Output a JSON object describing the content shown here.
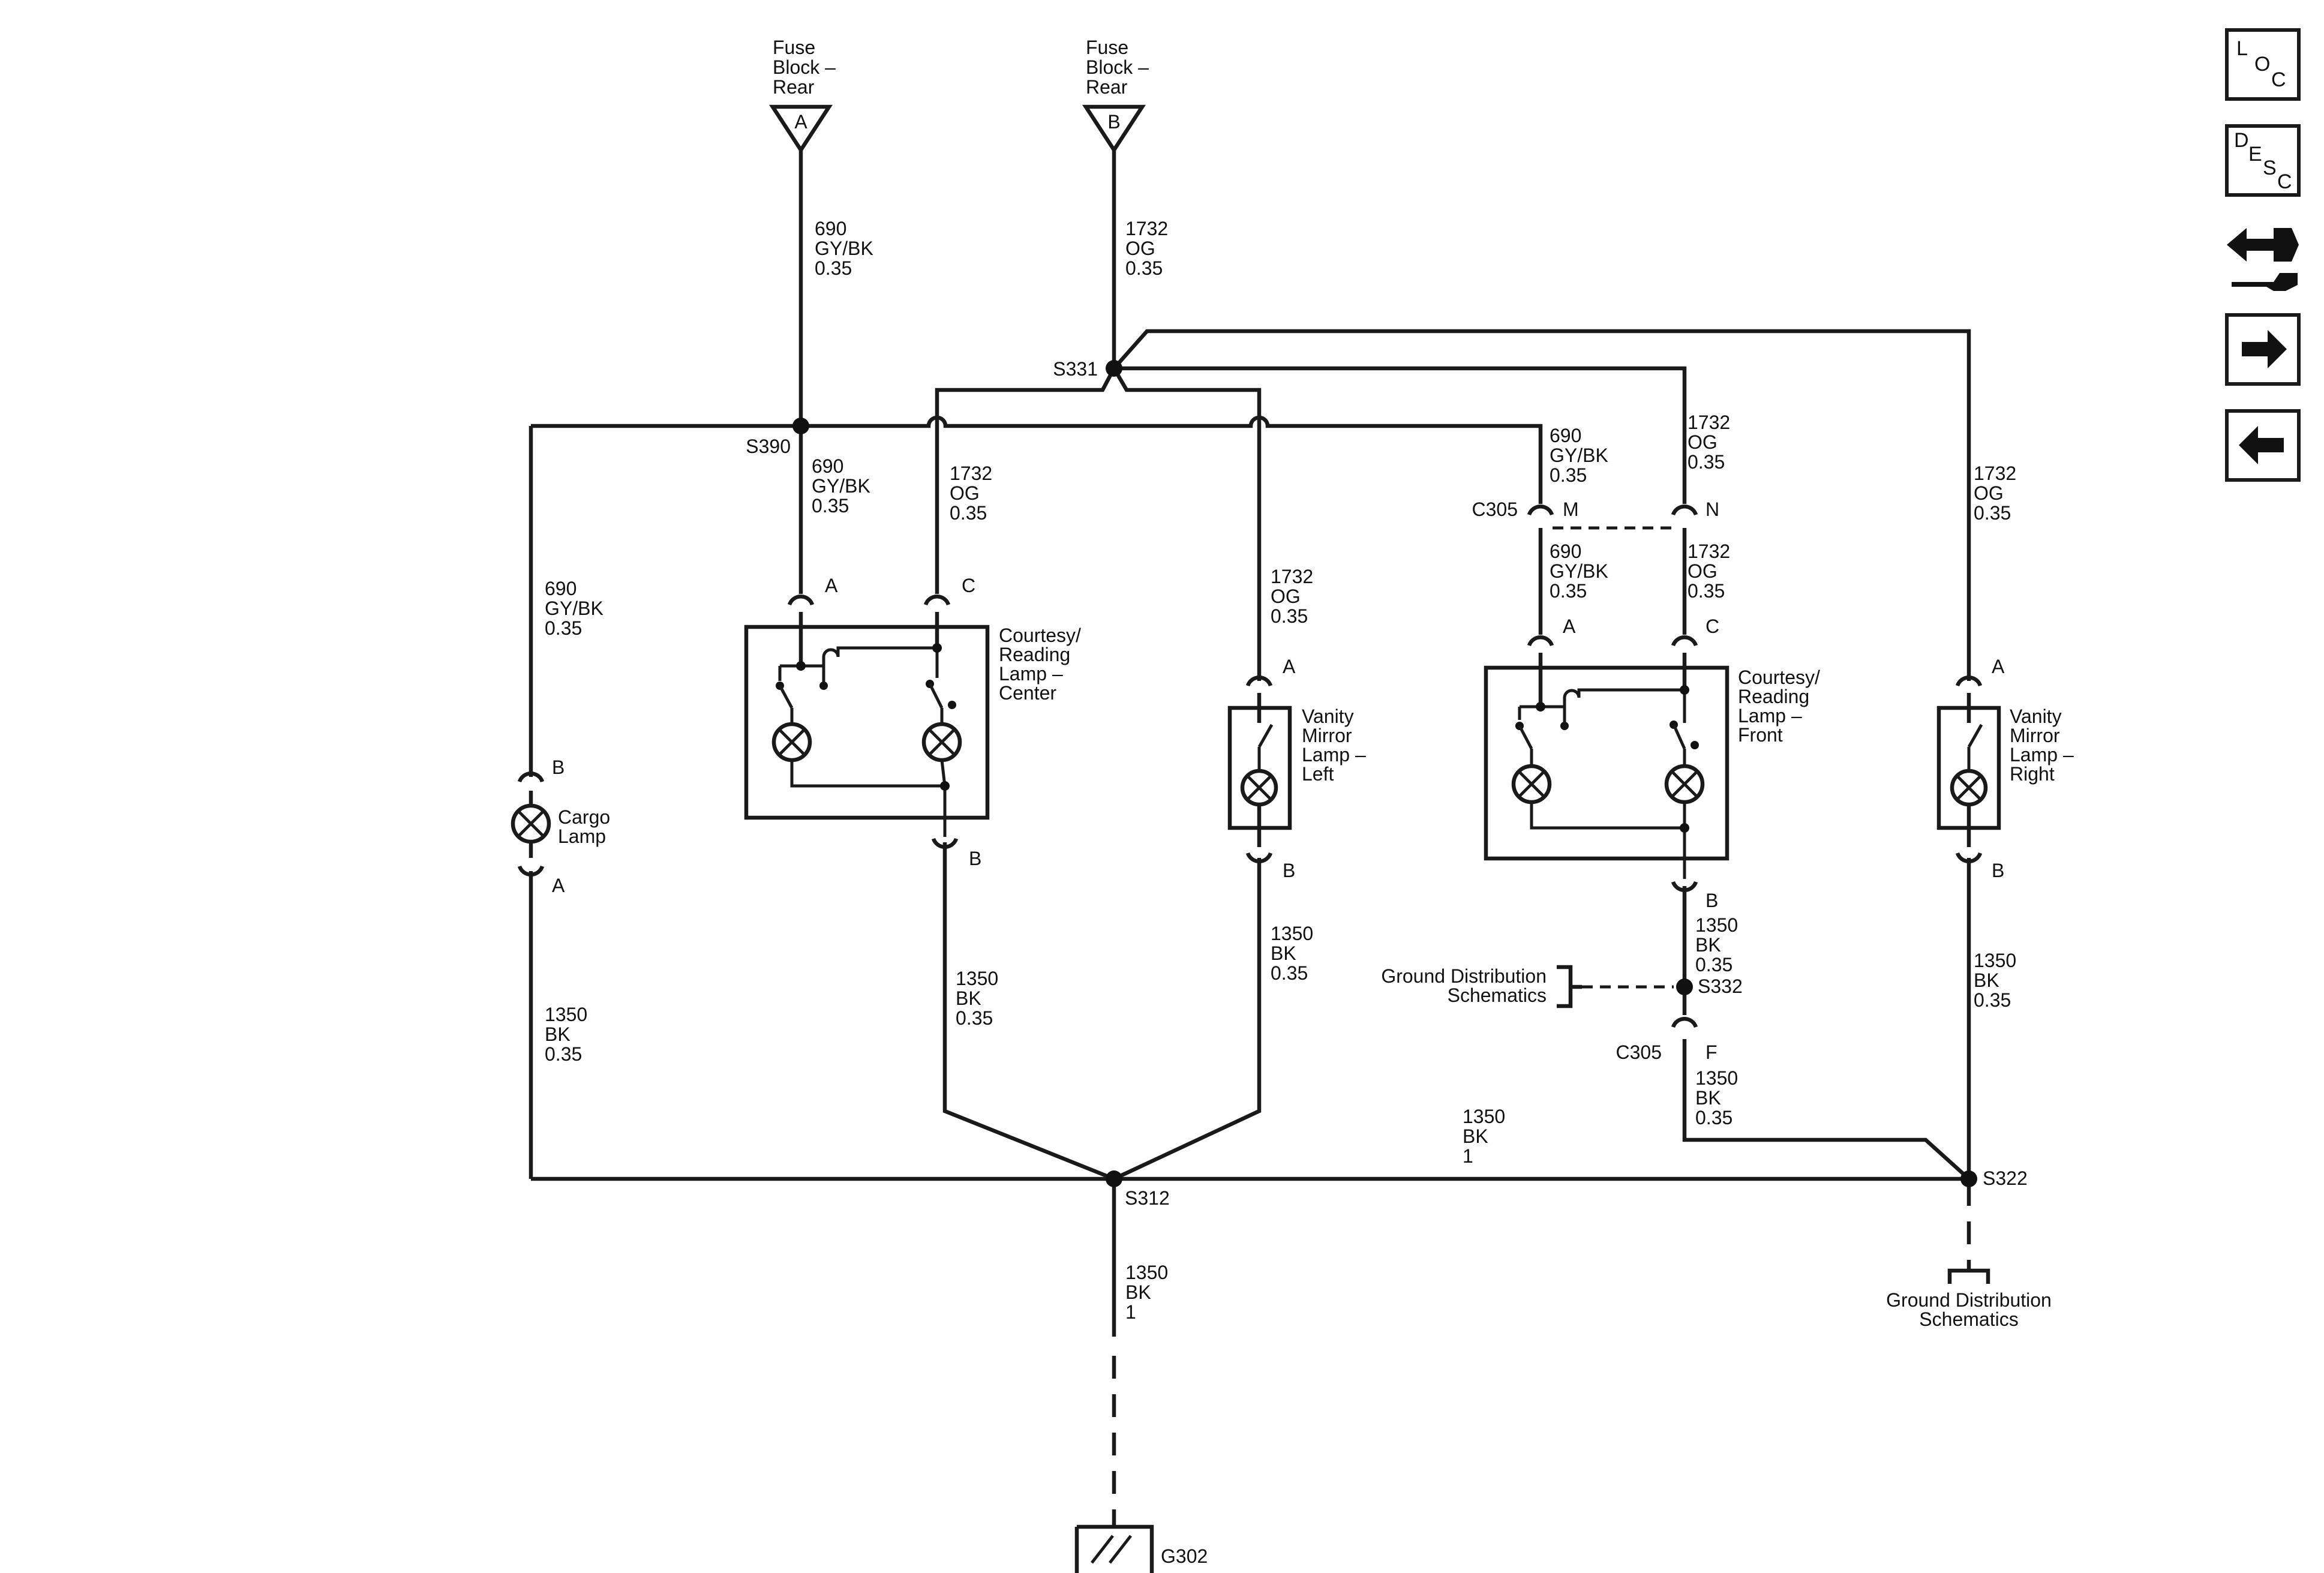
{
  "sources": [
    {
      "id": "A",
      "name_lines": [
        "Fuse",
        "Block –",
        "Rear"
      ],
      "pin": "A"
    },
    {
      "id": "B",
      "name_lines": [
        "Fuse",
        "Block –",
        "Rear"
      ],
      "pin": "B"
    }
  ],
  "splices": {
    "s331": "S331",
    "s390": "S390",
    "s312": "S312",
    "s322": "S322",
    "s332": "S332"
  },
  "connector_c305": "C305",
  "ground": {
    "name": "G302"
  },
  "ground_distribution_lines": [
    "Ground Distribution",
    "Schematics"
  ],
  "components": {
    "cargo_lamp": {
      "name_lines": [
        "Cargo",
        "Lamp"
      ],
      "pins": [
        "B",
        "A"
      ]
    },
    "reading_center": {
      "name_lines": [
        "Courtesy/",
        "Reading",
        "Lamp –",
        "Center"
      ],
      "pins": [
        "A",
        "C",
        "B"
      ]
    },
    "vanity_left": {
      "name_lines": [
        "Vanity",
        "Mirror",
        "Lamp –",
        "Left"
      ],
      "pins": [
        "A",
        "B"
      ]
    },
    "reading_front": {
      "name_lines": [
        "Courtesy/",
        "Reading",
        "Lamp –",
        "Front"
      ],
      "pins": [
        "A",
        "C",
        "B"
      ]
    },
    "vanity_right": {
      "name_lines": [
        "Vanity",
        "Mirror",
        "Lamp –",
        "Right"
      ],
      "pins": [
        "A",
        "B"
      ]
    }
  },
  "c305_pins": {
    "m": "M",
    "n": "N",
    "f": "F"
  },
  "wires": {
    "w690_top": [
      "690",
      "GY/BK",
      "0.35"
    ],
    "w1732_top": [
      "1732",
      "OG",
      "0.35"
    ],
    "w690_cargo": [
      "690",
      "GY/BK",
      "0.35"
    ],
    "w690_center": [
      "690",
      "GY/BK",
      "0.35"
    ],
    "w1732_center": [
      "1732",
      "OG",
      "0.35"
    ],
    "w1732_vleft": [
      "1732",
      "OG",
      "0.35"
    ],
    "w690_c305": [
      "690",
      "GY/BK",
      "0.35"
    ],
    "w1732_c305": [
      "1732",
      "OG",
      "0.35"
    ],
    "w690_front": [
      "690",
      "GY/BK",
      "0.35"
    ],
    "w1732_front": [
      "1732",
      "OG",
      "0.35"
    ],
    "w1732_vright": [
      "1732",
      "OG",
      "0.35"
    ],
    "w1350_cargo": [
      "1350",
      "BK",
      "0.35"
    ],
    "w1350_center": [
      "1350",
      "BK",
      "0.35"
    ],
    "w1350_vleft": [
      "1350",
      "BK",
      "0.35"
    ],
    "w1350_front": [
      "1350",
      "BK",
      "0.35"
    ],
    "w1350_c305f": [
      "1350",
      "BK",
      "0.35"
    ],
    "w1350_vright": [
      "1350",
      "BK",
      "0.35"
    ],
    "w1350_bus": [
      "1350",
      "BK",
      "1"
    ],
    "w1350_ground": [
      "1350",
      "BK",
      "1"
    ]
  },
  "nav": {
    "loc": [
      "L",
      "O",
      "C"
    ],
    "desc": [
      "D",
      "E",
      "S",
      "C"
    ],
    "connector_icon": "connector-wrench-icon",
    "forward_icon": "arrow-right-icon",
    "back_icon": "arrow-left-icon"
  }
}
